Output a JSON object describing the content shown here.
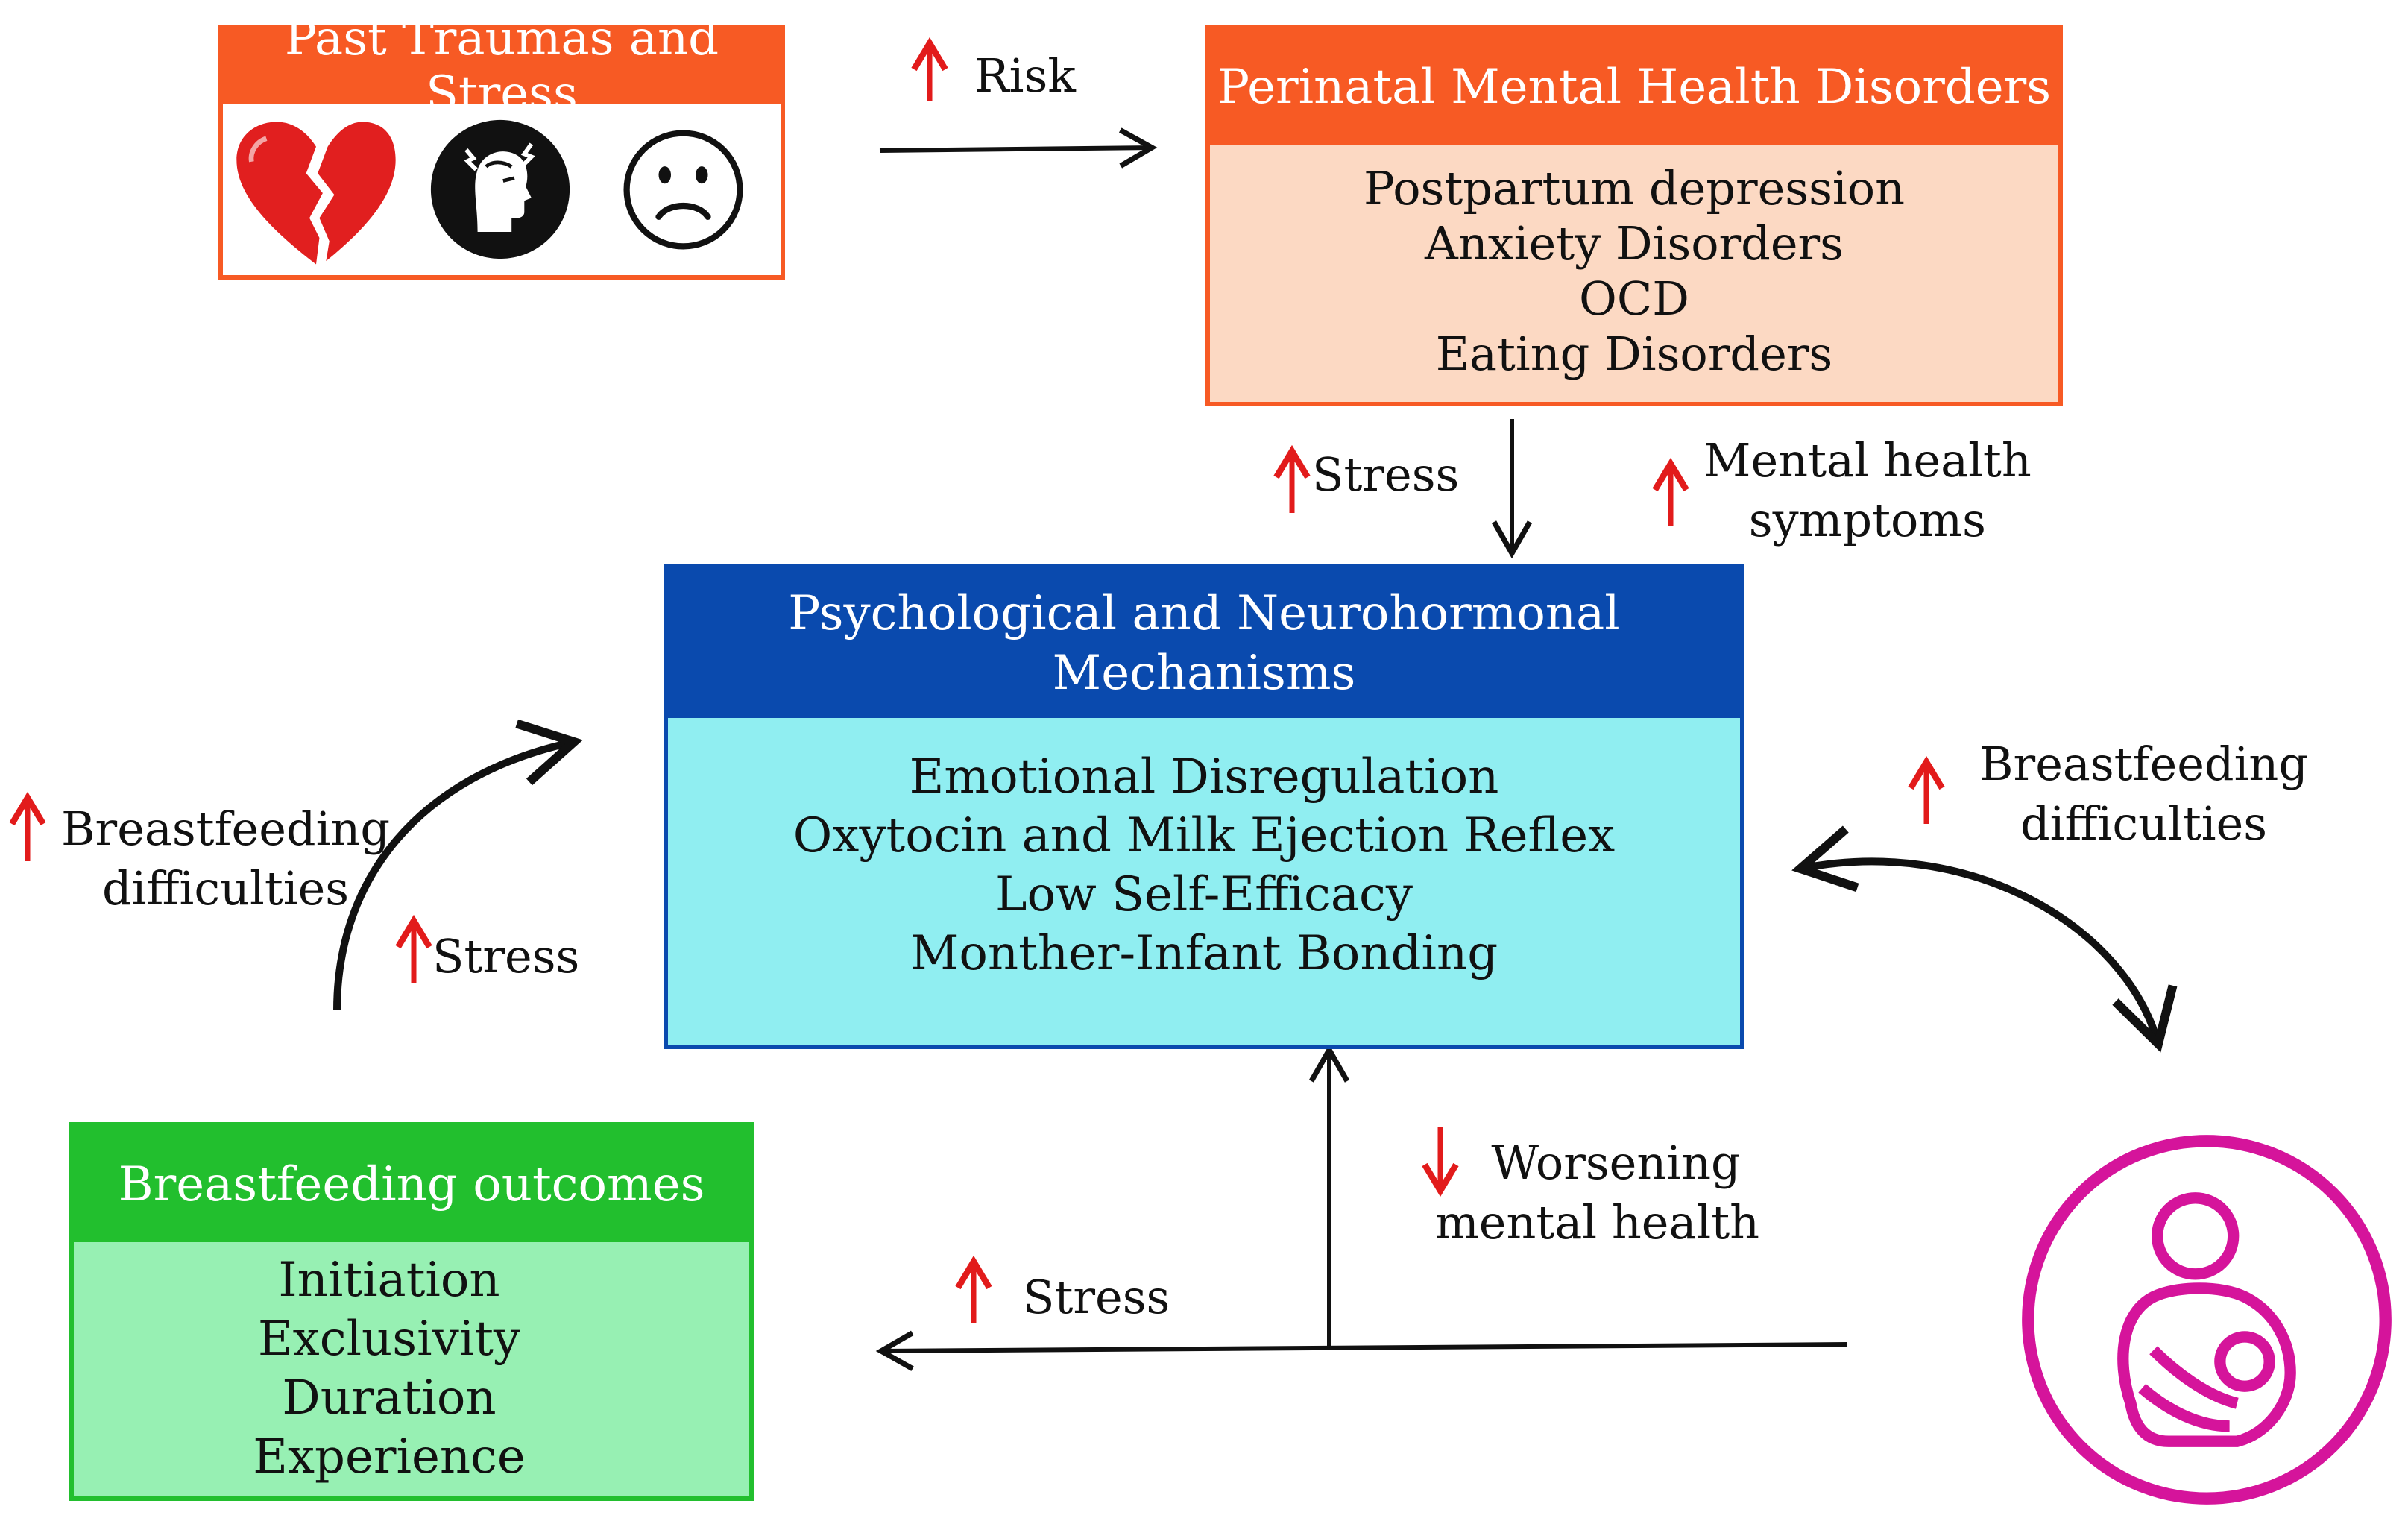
{
  "trauma_box": {
    "title": "Past Traumas and Stress",
    "icons": [
      "broken-heart-icon",
      "headache-head-icon",
      "sad-face-icon"
    ]
  },
  "risk_label": "Risk",
  "pmhd_box": {
    "title": "Perinatal Mental Health Disorders",
    "items": [
      "Postpartum depression",
      "Anxiety Disorders",
      "OCD",
      "Eating Disorders"
    ]
  },
  "stress_top_label": "Stress",
  "mental_symptoms_label": [
    "Mental health",
    "symptoms"
  ],
  "mechanisms_box": {
    "title": [
      "Psychological and Neurohormonal",
      "Mechanisms"
    ],
    "items": [
      "Emotional Disregulation",
      "Oxytocin and Milk Ejection Reflex",
      "Low Self-Efficacy",
      "Monther-Infant Bonding"
    ]
  },
  "left_difficulties_label": [
    "Breastfeeding",
    "difficulties"
  ],
  "left_stress_label": "Stress",
  "right_difficulties_label": [
    "Breastfeeding",
    "difficulties"
  ],
  "worsening_label": [
    "Worsening",
    "mental health"
  ],
  "bottom_stress_label": "Stress",
  "outcomes_box": {
    "title": "Breastfeeding outcomes",
    "items": [
      "Initiation",
      "Exclusivity",
      "Duration",
      "Experience"
    ]
  },
  "mother_icon": "breastfeeding-mother-icon",
  "colors": {
    "orange_head": "#f75a24",
    "orange_body": "#fcd9c3",
    "blue_head": "#0a4aae",
    "blue_body": "#90eef1",
    "green_head": "#22bf2e",
    "green_body": "#97f0b3",
    "red_arrow": "#e21b1b",
    "magenta": "#d5149b"
  }
}
